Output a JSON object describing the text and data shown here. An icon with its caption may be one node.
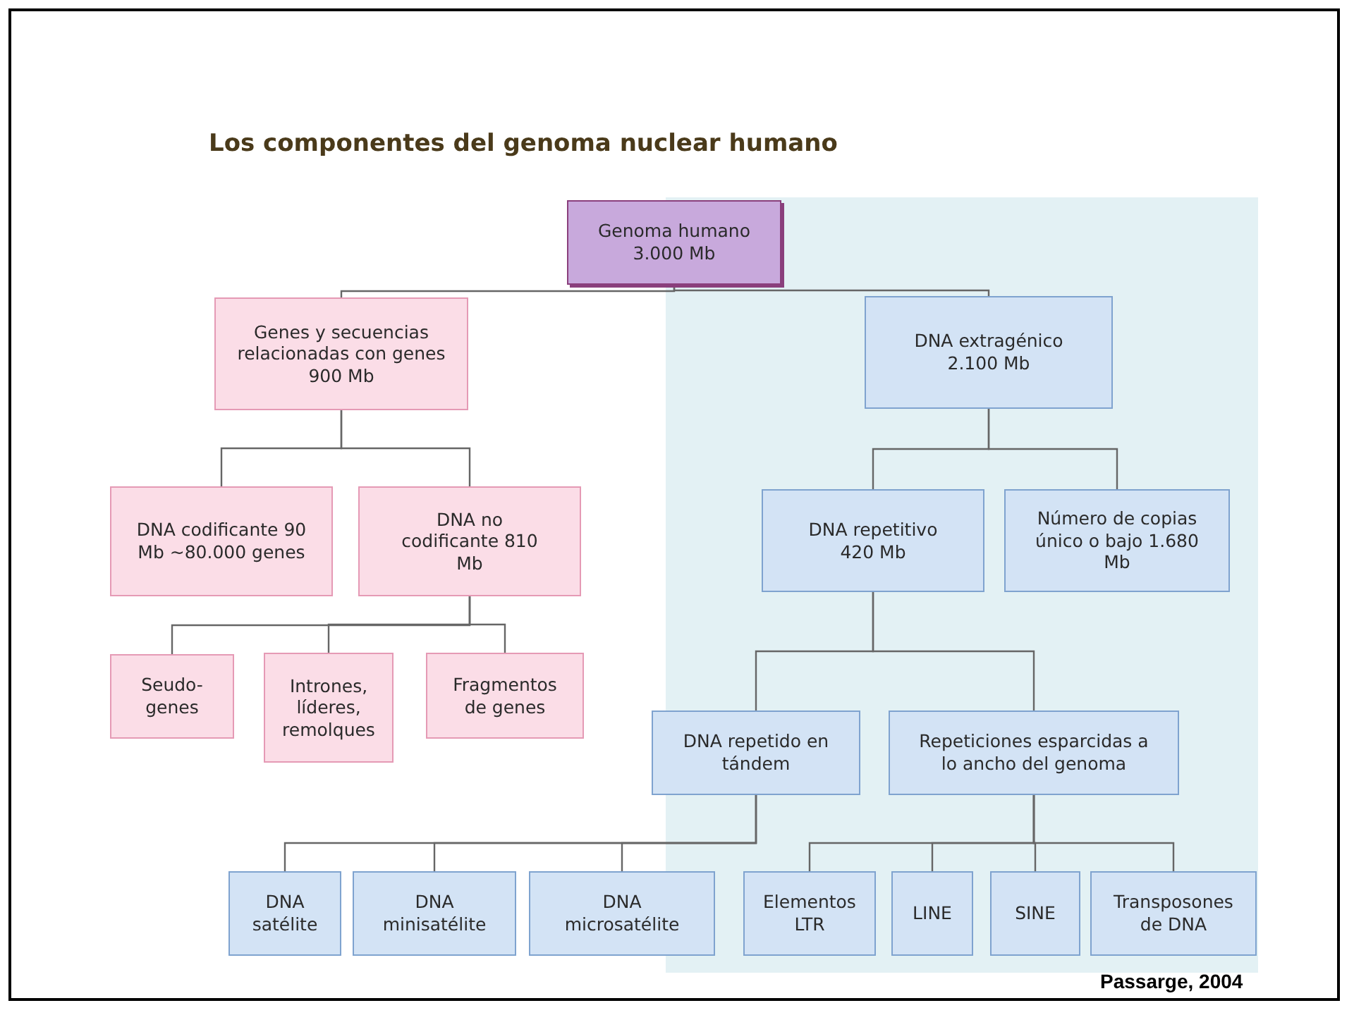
{
  "diagram": {
    "title": "Los componentes del genoma nuclear humano",
    "nodes": [
      {
        "text": [
          "Genoma humano 3.000 Mb"
        ]
      },
      {
        "text": [
          "Genes y secuencias relacionadas con genes 900 Mb"
        ]
      },
      {
        "text": [
          "DNA extragénico 2.100 Mb"
        ]
      },
      {
        "text": [
          "DNA codificante 90 Mb ~80.000 genes"
        ]
      },
      {
        "text": [
          "DNA no codificante 810 Mb"
        ]
      },
      {
        "text": [
          "DNA repetitivo 420 Mb"
        ]
      },
      {
        "text": [
          "Número de copias único o bajo 1.680 Mb"
        ]
      },
      {
        "text": [
          "Seudo- genes"
        ]
      },
      {
        "text": [
          "Intrones, líderes, remolques"
        ]
      },
      {
        "text": [
          "Fragmentos de genes"
        ]
      },
      {
        "text": [
          "DNA repetido en tándem"
        ]
      },
      {
        "text": [
          "Repeticiones esparcidas a lo ancho del genoma"
        ]
      },
      {
        "text": [
          "DNA satélite"
        ]
      },
      {
        "text": [
          "DNA minisatélite"
        ]
      },
      {
        "text": [
          "DNA microsatélite"
        ]
      },
      {
        "text": [
          "Elementos LTR"
        ]
      },
      {
        "text": [
          "LINE"
        ]
      },
      {
        "text": [
          "SINE"
        ]
      },
      {
        "text": [
          "Transposones de DNA"
        ]
      }
    ],
    "edges": [
      {
        "from": 0,
        "to": 1,
        "arrow": "none"
      },
      {
        "from": 0,
        "to": 2,
        "arrow": "none"
      },
      {
        "from": 1,
        "to": 3,
        "arrow": "none"
      },
      {
        "from": 1,
        "to": 4,
        "arrow": "none"
      },
      {
        "from": 2,
        "to": 5,
        "arrow": "none"
      },
      {
        "from": 2,
        "to": 6,
        "arrow": "none"
      },
      {
        "from": 4,
        "to": 7,
        "arrow": "none"
      },
      {
        "from": 4,
        "to": 8,
        "arrow": "none"
      },
      {
        "from": 4,
        "to": 9,
        "arrow": "none"
      },
      {
        "from": 5,
        "to": 10,
        "arrow": "none"
      },
      {
        "from": 5,
        "to": 11,
        "arrow": "none"
      },
      {
        "from": 10,
        "to": 12,
        "arrow": "none"
      },
      {
        "from": 10,
        "to": 13,
        "arrow": "none"
      },
      {
        "from": 10,
        "to": 14,
        "arrow": "none"
      },
      {
        "from": 11,
        "to": 15,
        "arrow": "none"
      },
      {
        "from": 11,
        "to": 16,
        "arrow": "none"
      },
      {
        "from": 11,
        "to": 17,
        "arrow": "none"
      },
      {
        "from": 11,
        "to": 18,
        "arrow": "none"
      }
    ],
    "labels": [
      "Passarge, 2004"
    ]
  }
}
